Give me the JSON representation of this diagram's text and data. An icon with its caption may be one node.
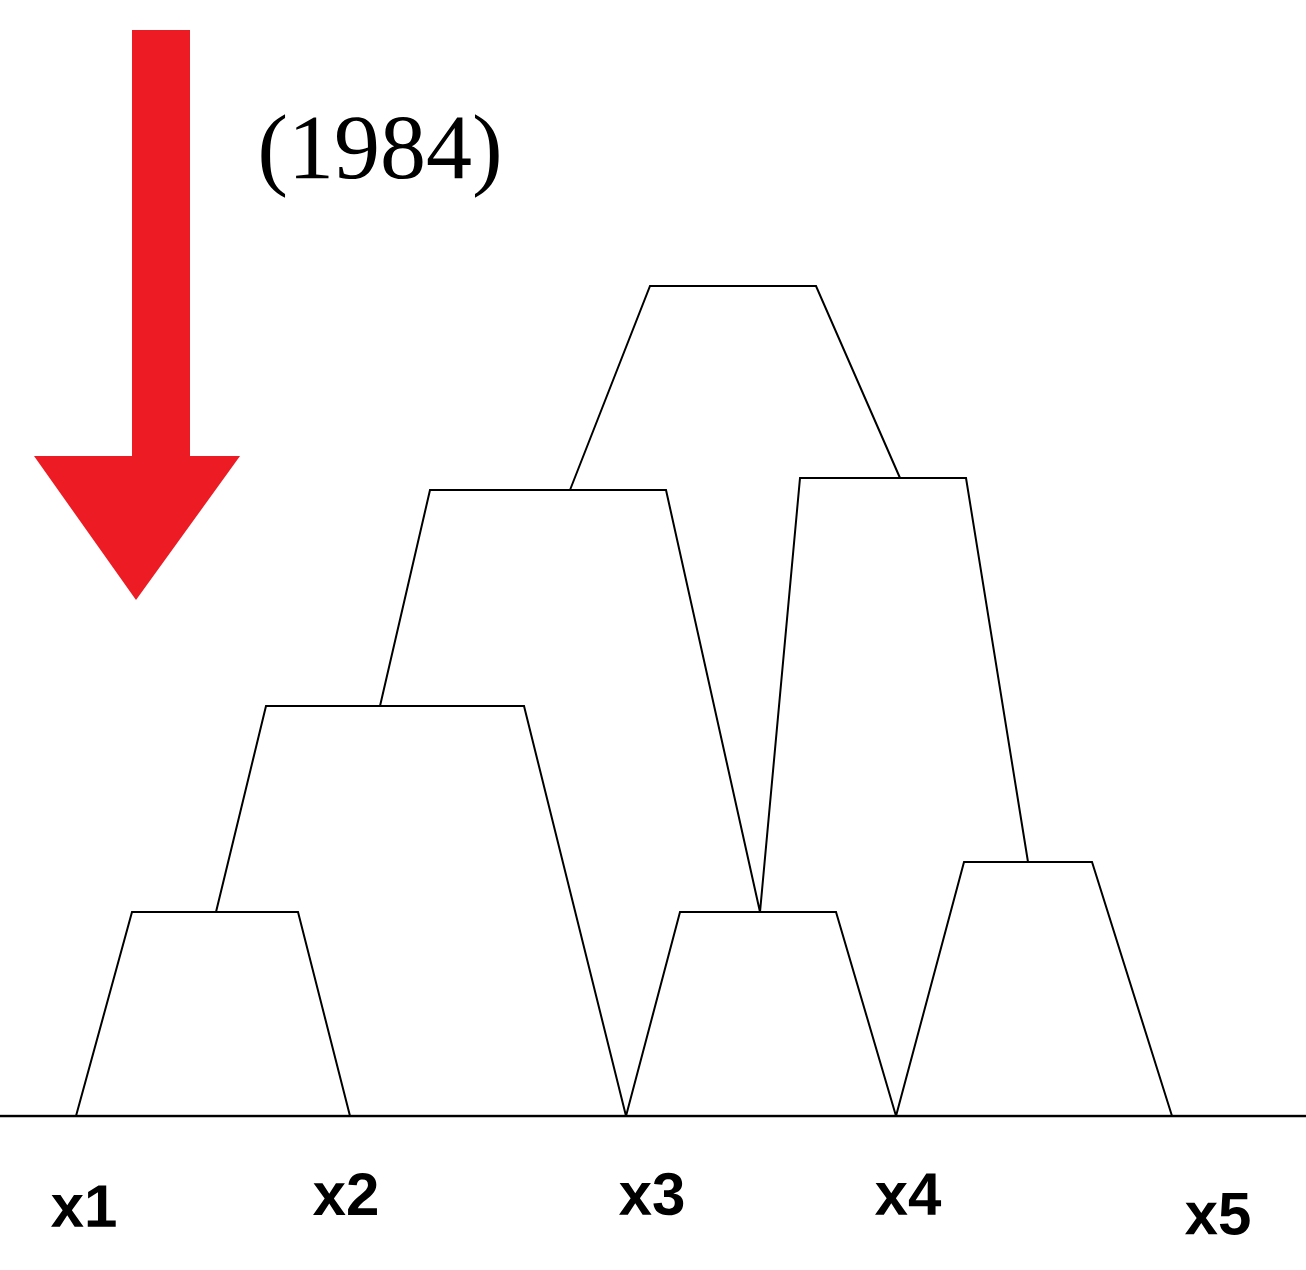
{
  "diagram": {
    "labels": [
      "(1984)",
      "x1",
      "x2",
      "x3",
      "x4",
      "x5"
    ]
  }
}
